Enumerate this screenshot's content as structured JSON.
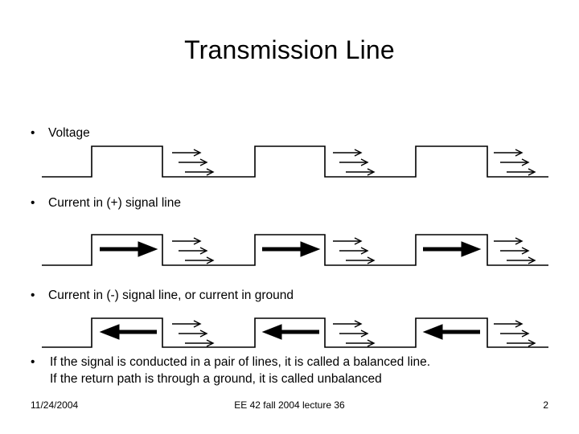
{
  "slide": {
    "title": "Transmission Line",
    "bullets": [
      {
        "marker": "•",
        "text": "Voltage"
      },
      {
        "marker": "•",
        "text": "Current in (+) signal line"
      },
      {
        "marker": "•",
        "text": "Current in (-) signal line, or current in ground"
      },
      {
        "marker": "•",
        "line1": "If the signal is conducted in a pair of lines, it is called a balanced line.",
        "line2": "If the return path is through a ground, it is called unbalanced"
      }
    ],
    "footer": {
      "date": "11/24/2004",
      "center": "EE 42 fall 2004 lecture 36",
      "page": "2"
    },
    "colors": {
      "ink": "#000000",
      "background": "#ffffff"
    },
    "diagrams": {
      "voltage_row": {
        "label": "voltage-waveform",
        "arrow_style": "thin",
        "arrow_direction": "right"
      },
      "current_plus_row": {
        "label": "current-positive-waveform",
        "arrow_style": "thick",
        "arrow_direction": "right"
      },
      "current_minus_row": {
        "label": "current-negative-waveform",
        "arrow_style": "thick",
        "arrow_direction": "left"
      }
    }
  }
}
